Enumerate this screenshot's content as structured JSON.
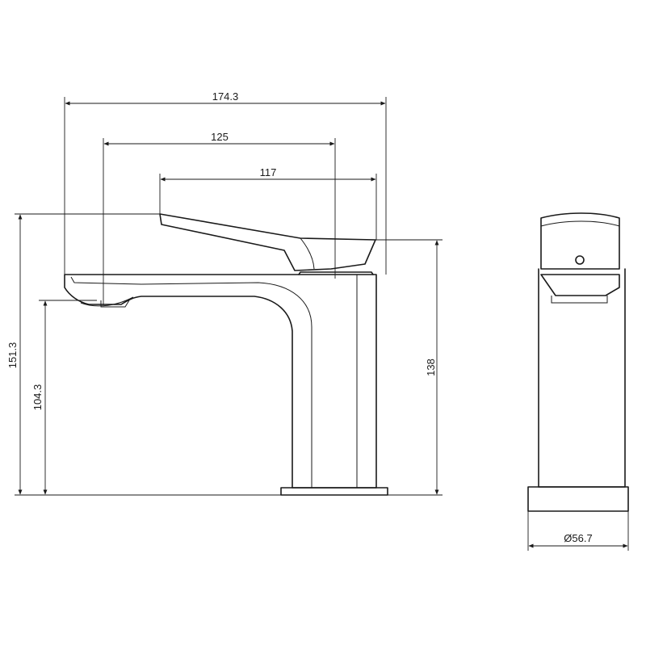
{
  "dimensions": {
    "overall_length": "174.3",
    "outlet_to_body_axis": "125",
    "lever_length": "117",
    "overall_height": "151.3",
    "spout_height": "104.3",
    "lever_top_height": "138",
    "base_diameter": "Ø56.7"
  }
}
